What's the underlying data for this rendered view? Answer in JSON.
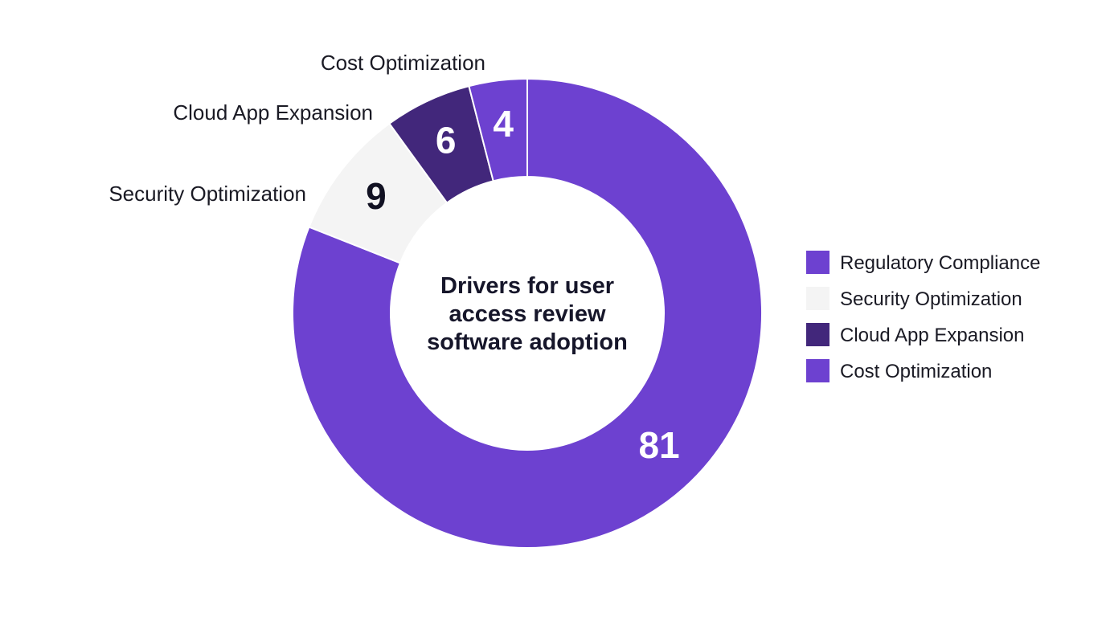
{
  "chart_data": {
    "type": "pie",
    "donut": true,
    "title": "Drivers for user access review software adoption",
    "title_lines": [
      "Drivers for user",
      "access review",
      "software adoption"
    ],
    "slices": [
      {
        "name": "Regulatory Compliance",
        "value": 81,
        "color": "#6d41d0",
        "label_color": "#ffffff"
      },
      {
        "name": "Security Optimization",
        "value": 9,
        "color": "#f4f4f4",
        "label_color": "#111122"
      },
      {
        "name": "Cloud App Expansion",
        "value": 6,
        "color": "#42277b",
        "label_color": "#ffffff"
      },
      {
        "name": "Cost Optimization",
        "value": 4,
        "color": "#6d41d0",
        "label_color": "#ffffff"
      }
    ],
    "external_labels": [
      "Security Optimization",
      "Cloud App Expansion",
      "Cost Optimization"
    ],
    "legend": {
      "placement": "right",
      "items": [
        {
          "name": "Regulatory Compliance",
          "color": "#6d41d0"
        },
        {
          "name": "Security Optimization",
          "color": "#f4f4f4"
        },
        {
          "name": "Cloud App Expansion",
          "color": "#42277b"
        },
        {
          "name": "Cost Optimization",
          "color": "#6d41d0"
        }
      ]
    }
  }
}
